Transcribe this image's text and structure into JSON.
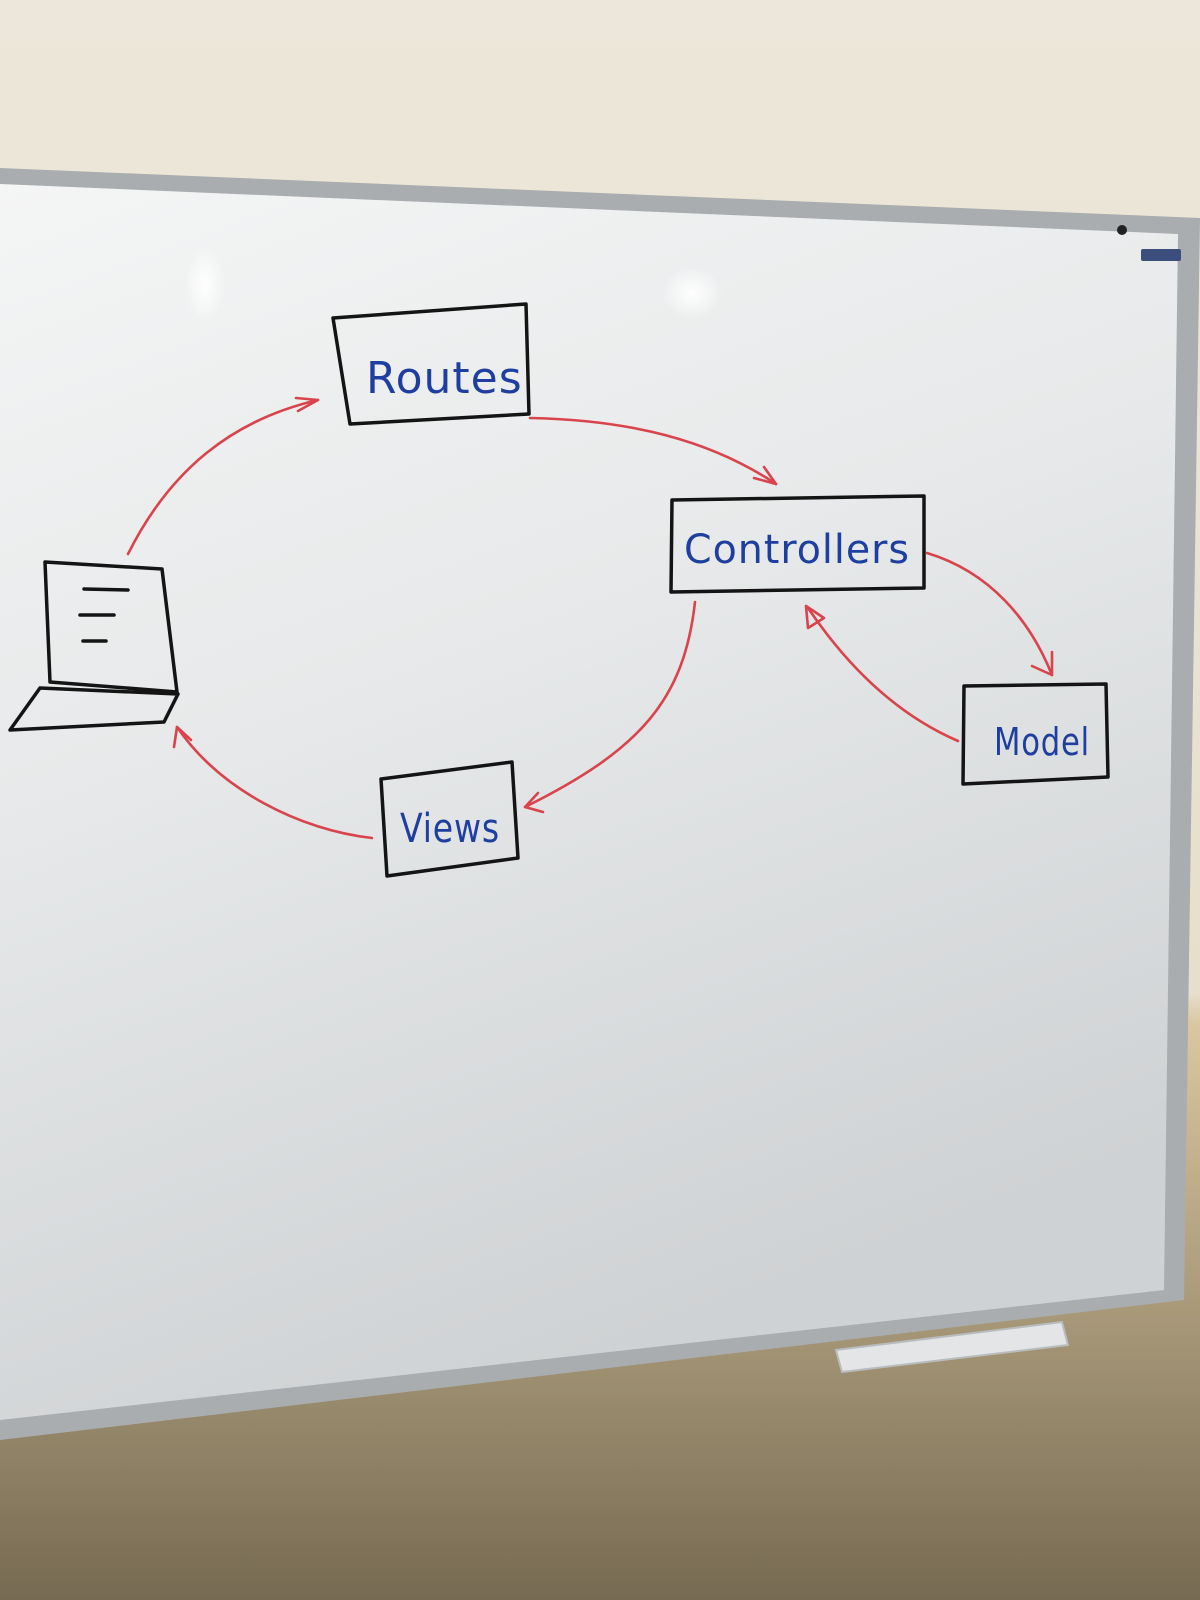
{
  "colors": {
    "wall": "#e9e4d6",
    "wall_lower": "#c9b48a",
    "board_surface": "#eef0f0",
    "board_frame": "#a7abae",
    "marker_black": "#141414",
    "marker_blue": "#1f3fa0",
    "marker_red": "#d9434c"
  },
  "diagram": {
    "nodes": {
      "routes": "Routes",
      "controllers": "Controllers",
      "model": "Model",
      "views": "Views"
    },
    "client_icon": "laptop-icon",
    "edges": [
      {
        "from": "laptop",
        "to": "routes"
      },
      {
        "from": "routes",
        "to": "controllers"
      },
      {
        "from": "controllers",
        "to": "model"
      },
      {
        "from": "model",
        "to": "controllers"
      },
      {
        "from": "controllers",
        "to": "views"
      },
      {
        "from": "views",
        "to": "laptop"
      }
    ]
  }
}
